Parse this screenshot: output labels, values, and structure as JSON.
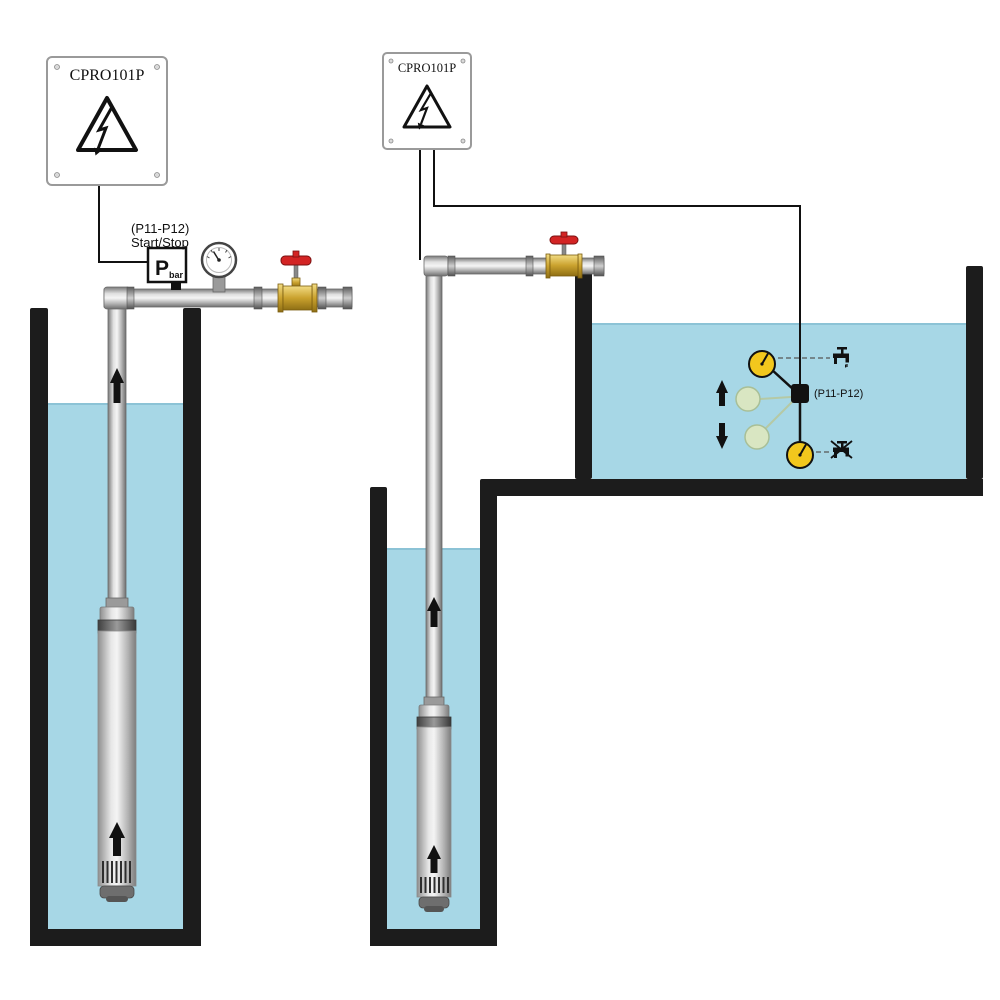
{
  "colors": {
    "water": "#a7d7e6",
    "wall": "#1c1c1c",
    "wire": "#111111",
    "valve_handle": "#d32424",
    "valve_body_brass": "#cfa52e",
    "float_active": "#f2c71d",
    "float_ghost": "#d9e6c2"
  },
  "left_system": {
    "control_box_label": "CPRO101P",
    "pressure_switch": {
      "note_line1": "(P11-P12)",
      "note_line2": "Start/Stop",
      "symbol": "P",
      "symbol_subscript": "bar"
    }
  },
  "right_system": {
    "control_box_label": "CPRO101P",
    "float_switch_label": "(P11-P12)"
  },
  "icons": {
    "high_voltage": "lightning-bolt-in-triangle",
    "pressure_gauge": "circular-dial",
    "flow_arrow": "▲",
    "float_up_arrow": "↑",
    "float_down_arrow": "↓",
    "tap_on": "faucet-running",
    "tap_off": "faucet-crossed-out"
  }
}
